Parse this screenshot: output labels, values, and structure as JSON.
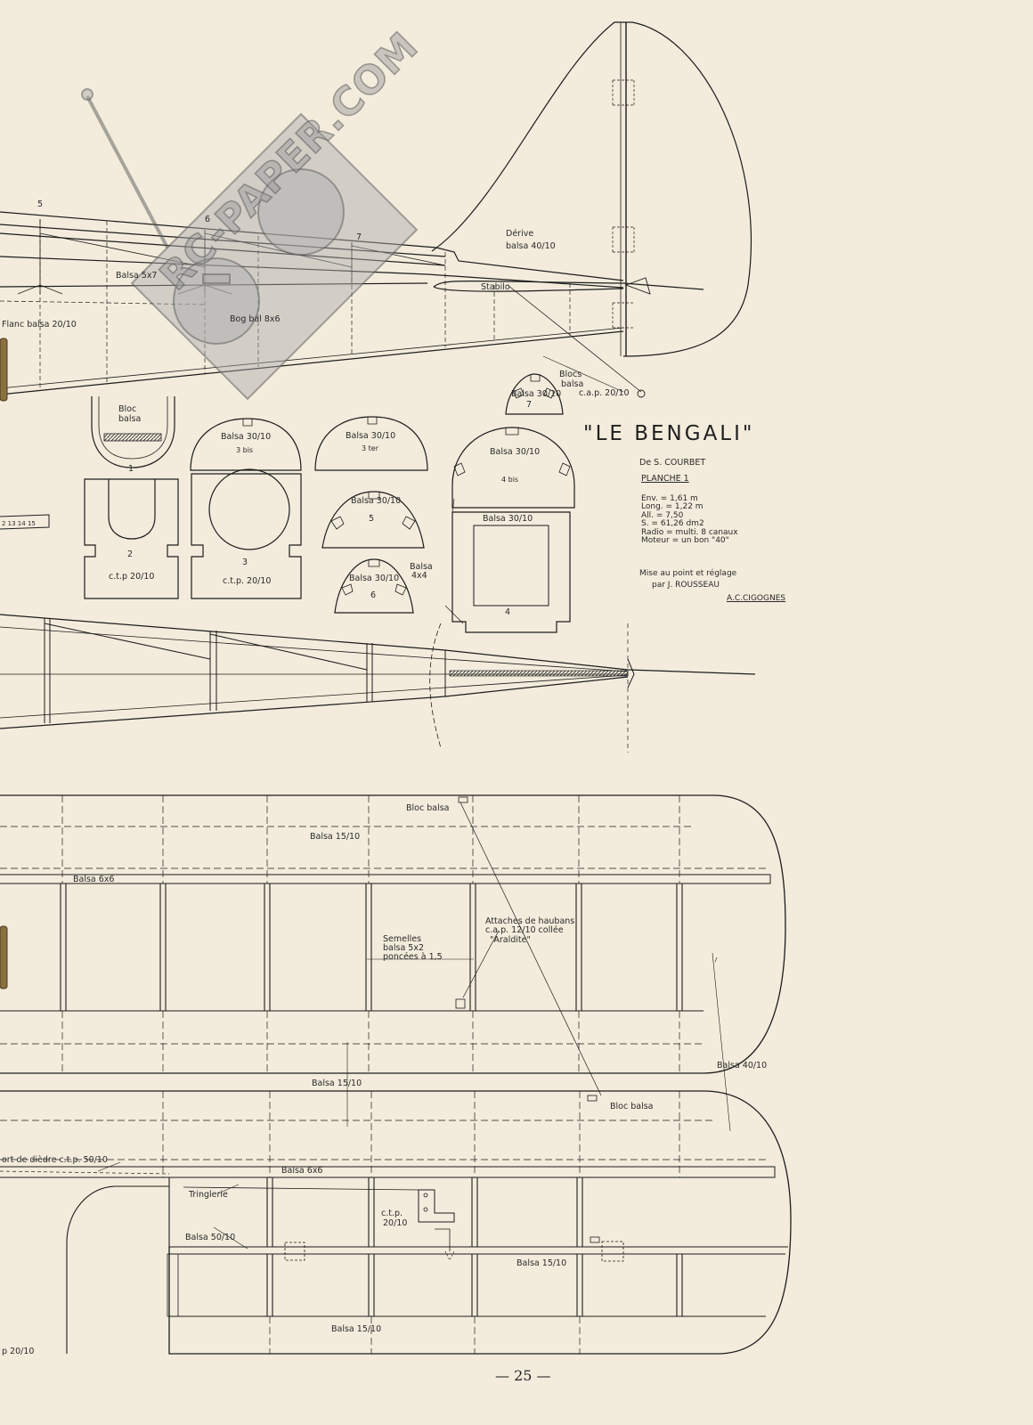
{
  "watermark": {
    "text": "RC-PAPER.COM"
  },
  "title": {
    "name": "\"LE BENGALI\"",
    "author": "De  S. COURBET",
    "sheet": "PLANCHE 1"
  },
  "specs": [
    "Env. = 1,61 m",
    "Long. = 1,22 m",
    "All. = 7,50",
    "S. = 61,26 dm2",
    "Radio = multi. 8 canaux",
    "Moteur = un bon \"40\""
  ],
  "credits": {
    "line1": "Mise au point et réglage",
    "line2": "par  J. ROUSSEAU",
    "club": "A.C.CIGOGNES"
  },
  "labels": {
    "n5": "5",
    "n6": "6",
    "n7": "7",
    "balsa5x7": "Balsa  5x7",
    "flanc": "Flanc  balsa  20/10",
    "bog": "Bog  bal  8x6",
    "derive": "Dérive",
    "derive_mat": "balsa  40/10",
    "stabilo": "Stabilo",
    "blocs": "Blocs",
    "blocs2": "balsa",
    "cap20": "c.a.p. 20/10",
    "bloc": "Bloc",
    "bloc2": "balsa",
    "scale": "2  13  14  15"
  },
  "formers": {
    "f1": "1",
    "f2_num": "2",
    "f2_mat": "c.t.p 20/10",
    "f3bis": "Balsa  30/10",
    "f3bis_num": "3 bis",
    "f3": "3",
    "f3_mat": "c.t.p.  20/10",
    "f3ter": "Balsa  30/10",
    "f3ter_num": "3 ter",
    "f5": "Balsa  30/10",
    "f5_num": "5",
    "f6": "Balsa  30/10",
    "f6_num": "6",
    "f6_side": "Balsa",
    "f6_side2": "4x4",
    "f7": "Balsa  30/10",
    "f7_num": "7",
    "f4bis": "Balsa  30/10",
    "f4bis_num": "4  bis",
    "f4": "Balsa  30/10",
    "f4_num": "4"
  },
  "wing1": {
    "bloc": "Bloc  balsa",
    "top": "Balsa  15/10",
    "spar": "Balsa  6x6",
    "sem1": "Semelles",
    "sem2": "balsa  5x2",
    "sem3": "poncées à 1,5",
    "att1": "Attaches  de  haubans",
    "att2": "c.a.p.  12/10  collée",
    "att3": "\"Araldite\"",
    "bottom": "Balsa  15/10",
    "tip": "Balsa  40/10"
  },
  "wing2": {
    "bloc": "Bloc  balsa",
    "dihedral": "ort  de  dièdre  c.t.p.  50/10",
    "spar": "Balsa  6x6",
    "tringlerie": "Tringlerie",
    "ctp1": "c.t.p.",
    "ctp2": "20/10",
    "b50": "Balsa  50/10",
    "b15a": "Balsa  15/10",
    "b15b": "Balsa  15/10",
    "p20": "p  20/10"
  },
  "page_number": "— 25 —"
}
